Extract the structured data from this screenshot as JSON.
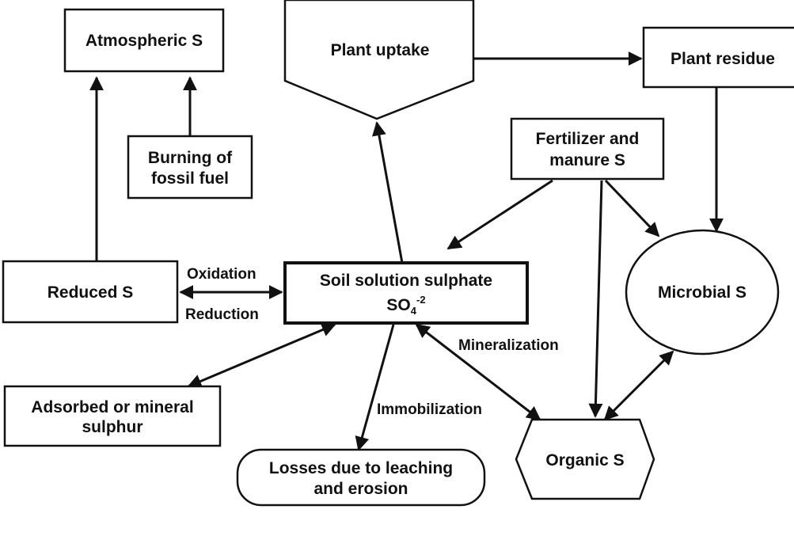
{
  "nodes": {
    "atmospheric": "Atmospheric S",
    "plant_uptake": "Plant uptake",
    "plant_residue": "Plant residue",
    "burning_line1": "Burning of",
    "burning_line2": "fossil fuel",
    "fertilizer_line1": "Fertilizer and",
    "fertilizer_line2": "manure S",
    "reduced": "Reduced S",
    "soil_line1": "Soil solution sulphate",
    "soil_formula": "SO",
    "soil_formula_sub": "4",
    "soil_formula_sup": "-2",
    "microbial": "Microbial S",
    "adsorbed_line1": "Adsorbed or mineral",
    "adsorbed_line2": "sulphur",
    "losses_line1": "Losses due to leaching",
    "losses_line2": "and erosion",
    "organic": "Organic S"
  },
  "edge_labels": {
    "oxidation": "Oxidation",
    "reduction": "Reduction",
    "mineralization": "Mineralization",
    "immobilization": "Immobilization"
  }
}
